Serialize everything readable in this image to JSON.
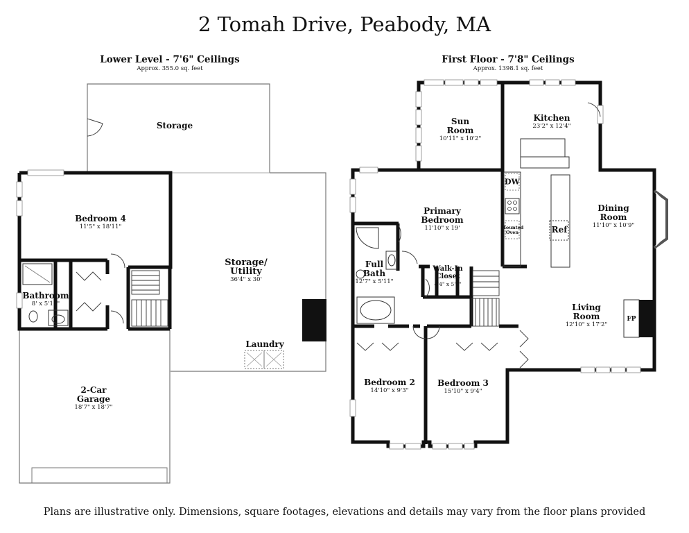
{
  "title": "2 Tomah Drive, Peabody, MA",
  "levels": {
    "lower": {
      "heading": "Lower Level - 7'6\" Ceilings",
      "area": "Approx. 355.0 sq. feet"
    },
    "first": {
      "heading": "First Floor - 7'8\" Ceilings",
      "area": "Approx. 1398.1 sq. feet"
    }
  },
  "rooms": {
    "storage_top": {
      "name": "Storage"
    },
    "bedroom4": {
      "name": "Bedroom 4",
      "dims": "11'5\" x 18'11\""
    },
    "bathroom": {
      "name": "Bathroom",
      "dims": "8' x 5'11\""
    },
    "storage_utility": {
      "name": "Storage/\nUtility",
      "dims": "36'4\" x 30'"
    },
    "laundry": {
      "name": "Laundry"
    },
    "garage": {
      "name": "2-Car\nGarage",
      "dims": "18'7\" x 18'7\""
    },
    "sun_room": {
      "name": "Sun\nRoom",
      "dims": "10'11\" x 10'2\""
    },
    "kitchen": {
      "name": "Kitchen",
      "dims": "23'2\" x 12'4\""
    },
    "primary_bedroom": {
      "name": "Primary\nBedroom",
      "dims": "11'10\" x 19'"
    },
    "dining_room": {
      "name": "Dining\nRoom",
      "dims": "11'10\" x 10'9\""
    },
    "full_bath": {
      "name": "Full\nBath",
      "dims": "12'7\" x 5'11\""
    },
    "walkin_closet": {
      "name": "Walk-In\nCloset",
      "dims": "4'4\" x 5'6\""
    },
    "living_room": {
      "name": "Living\nRoom",
      "dims": "12'10\" x 17'2\""
    },
    "bedroom2": {
      "name": "Bedroom 2",
      "dims": "14'10\" x 9'3\""
    },
    "bedroom3": {
      "name": "Bedroom 3",
      "dims": "15'10\" x 9'4\""
    }
  },
  "fixtures": {
    "dw": "DW",
    "mounted_oven": "Mounted\nOven",
    "ref": "Ref",
    "fp": "FP"
  },
  "footer": "Plans are illustrative only. Dimensions, square footages, elevations and details may vary from the floor plans provided"
}
